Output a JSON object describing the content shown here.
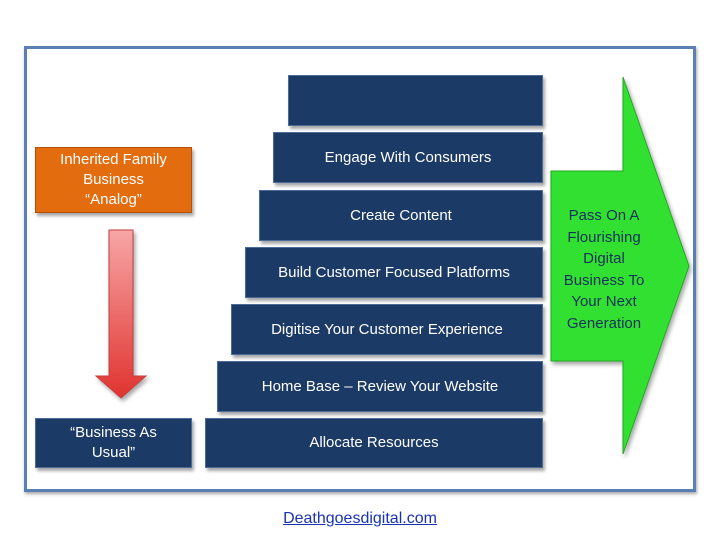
{
  "left_column": {
    "top_box_lines": [
      "Inherited Family",
      "Business",
      "“Analog”"
    ],
    "bottom_box_lines": [
      "“Business As",
      "Usual”"
    ]
  },
  "steps": [
    "",
    "Engage With Consumers",
    "Create Content",
    "Build Customer Focused Platforms",
    "Digitise Your Customer Experience",
    "Home Base – Review Your Website",
    "Allocate Resources"
  ],
  "green_arrow_lines": [
    "Pass On A",
    "Flourishing",
    "Digital",
    "Business To",
    "Your Next",
    "Generation"
  ],
  "footer": {
    "link_text": "Deathgoesdigital.com"
  },
  "colors": {
    "step_fill": "#1c3a66",
    "orange_fill": "#e36c0e",
    "green_arrow": "#33e033",
    "red_arrow": "#e04040",
    "frame_border": "#5a7fb5"
  }
}
